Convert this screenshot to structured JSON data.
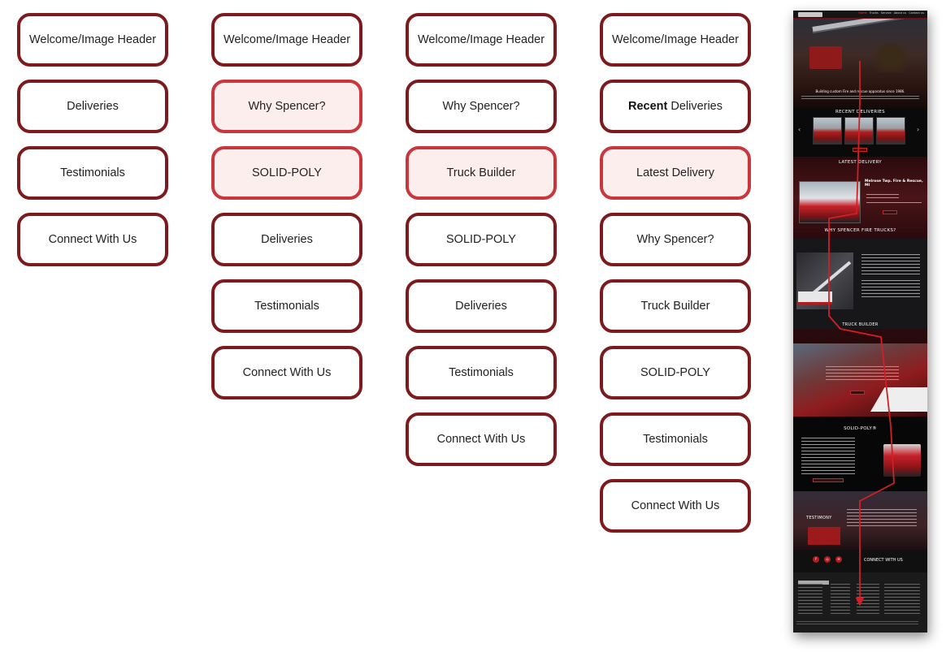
{
  "columns": [
    {
      "items": [
        {
          "label": "Welcome/Image Header",
          "highlight": false
        },
        {
          "label": "Deliveries",
          "highlight": false
        },
        {
          "label": "Testimonials",
          "highlight": false
        },
        {
          "label": "Connect With Us",
          "highlight": false
        }
      ]
    },
    {
      "items": [
        {
          "label": "Welcome/Image Header",
          "highlight": false
        },
        {
          "label": "Why Spencer?",
          "highlight": true
        },
        {
          "label": "SOLID-POLY",
          "highlight": true
        },
        {
          "label": "Deliveries",
          "highlight": false
        },
        {
          "label": "Testimonials",
          "highlight": false
        },
        {
          "label": "Connect With Us",
          "highlight": false
        }
      ]
    },
    {
      "items": [
        {
          "label": "Welcome/Image Header",
          "highlight": false
        },
        {
          "label": "Why Spencer?",
          "highlight": false
        },
        {
          "label": "Truck Builder",
          "highlight": true
        },
        {
          "label": "SOLID-POLY",
          "highlight": false
        },
        {
          "label": "Deliveries",
          "highlight": false
        },
        {
          "label": "Testimonials",
          "highlight": false
        },
        {
          "label": "Connect With Us",
          "highlight": false
        }
      ]
    },
    {
      "items": [
        {
          "label": "Welcome/Image Header",
          "highlight": false
        },
        {
          "label": "Deliveries",
          "bold_prefix": "Recent",
          "highlight": false
        },
        {
          "label": "Latest Delivery",
          "highlight": true
        },
        {
          "label": "Why Spencer?",
          "highlight": false
        },
        {
          "label": "Truck Builder",
          "highlight": false
        },
        {
          "label": "SOLID-POLY",
          "highlight": false
        },
        {
          "label": "Testimonials",
          "highlight": false
        },
        {
          "label": "Connect With Us",
          "highlight": false
        }
      ]
    }
  ],
  "mockup": {
    "nav": [
      "Home",
      "Trucks",
      "Service",
      "About us",
      "Contact us"
    ],
    "hero_text": "Building custom Fire and rescue apparatus since 1986.",
    "recent_deliveries_title": "RECENT DELIVERIES",
    "latest_delivery_title": "LATEST DELIVERY",
    "latest_delivery_heading": "Melrose Twp. Fire & Rescue, MI",
    "why_title": "WHY SPENCER FIRE TRUCKS?",
    "truck_builder_title": "TRUCK BUILDER",
    "solid_poly_title": "SOLID-POLY®",
    "testimony_label": "TESTIMONY",
    "connect_label": "CONNECT WITH US",
    "prev_arrow": "‹",
    "next_arrow": "›",
    "social_icons": [
      "f",
      "◎",
      "✉"
    ]
  },
  "colors": {
    "border": "#7d1a1d",
    "highlight_border": "#c9373c",
    "highlight_fill": "#fdeeee",
    "flow_arrow": "#d02025"
  }
}
